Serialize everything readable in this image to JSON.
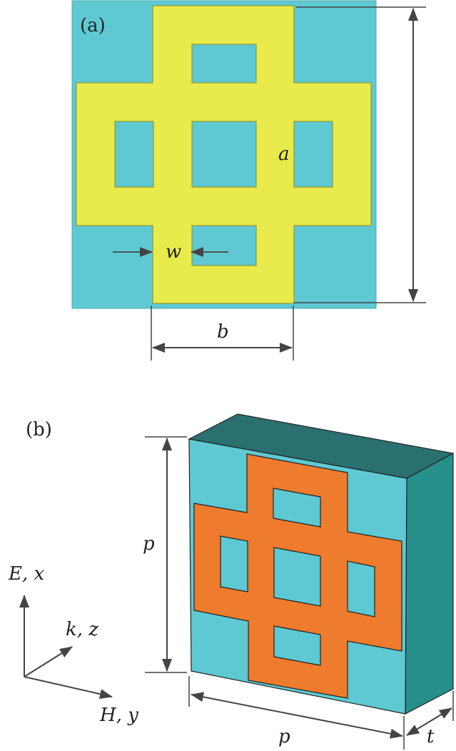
{
  "panel_a": {
    "label": "(a)",
    "dim_a": "a",
    "dim_w": "w",
    "dim_b": "b"
  },
  "panel_b": {
    "label": "(b)",
    "dim_p_vertical": "p",
    "dim_p_horizontal": "p",
    "dim_t": "t",
    "axis_e": "E, x",
    "axis_k": "k, z",
    "axis_h": "H, y"
  },
  "colors": {
    "substrate": "#5ec9d2",
    "patch_top_view": "#e9ea4b",
    "patch_3d": "#ee7b2e",
    "side_face": "#268f8c",
    "top_face": "#2a7070",
    "arrow": "#444444"
  }
}
